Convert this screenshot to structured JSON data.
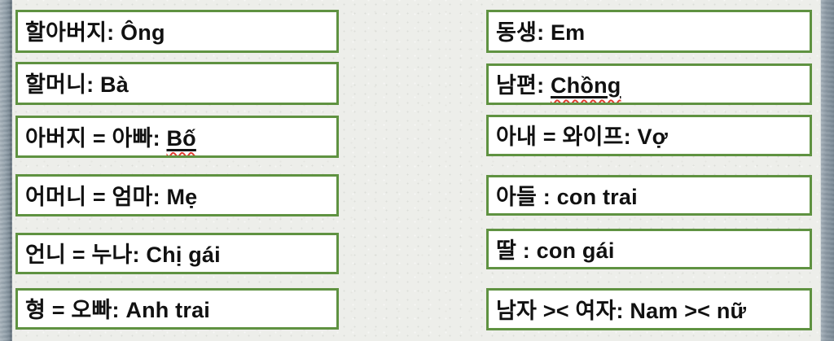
{
  "slide": {
    "description": "Korean-Vietnamese family vocabulary slide",
    "colors": {
      "slide_background": "#edeeea",
      "box_border_green": "#5f9241",
      "box_fill": "#ffffff",
      "text": "#111111",
      "spellcheck_wavy": "#e03c31",
      "edge_strip_gray": "#8d9aa5"
    },
    "columns": {
      "left": [
        {
          "pre": "할아버지: Ông",
          "marked": ""
        },
        {
          "pre": "할머니: Bà",
          "marked": ""
        },
        {
          "pre": "아버지 = 아빠: ",
          "marked": "Bố"
        },
        {
          "pre": "어머니 = 엄마: Mẹ",
          "marked": ""
        },
        {
          "pre": "언니 = 누나: Chị gái",
          "marked": ""
        },
        {
          "pre": "형 = 오빠: Anh trai",
          "marked": ""
        }
      ],
      "right": [
        {
          "pre": "동생: Em",
          "marked": ""
        },
        {
          "pre": "남편: ",
          "marked": "Chồng"
        },
        {
          "pre": "아내 = 와이프: Vợ",
          "marked": ""
        },
        {
          "pre": "아들 : con trai",
          "marked": ""
        },
        {
          "pre": "딸 : con gái",
          "marked": ""
        },
        {
          "pre": "남자 >< 여자: Nam >< nữ",
          "marked": ""
        }
      ]
    }
  }
}
